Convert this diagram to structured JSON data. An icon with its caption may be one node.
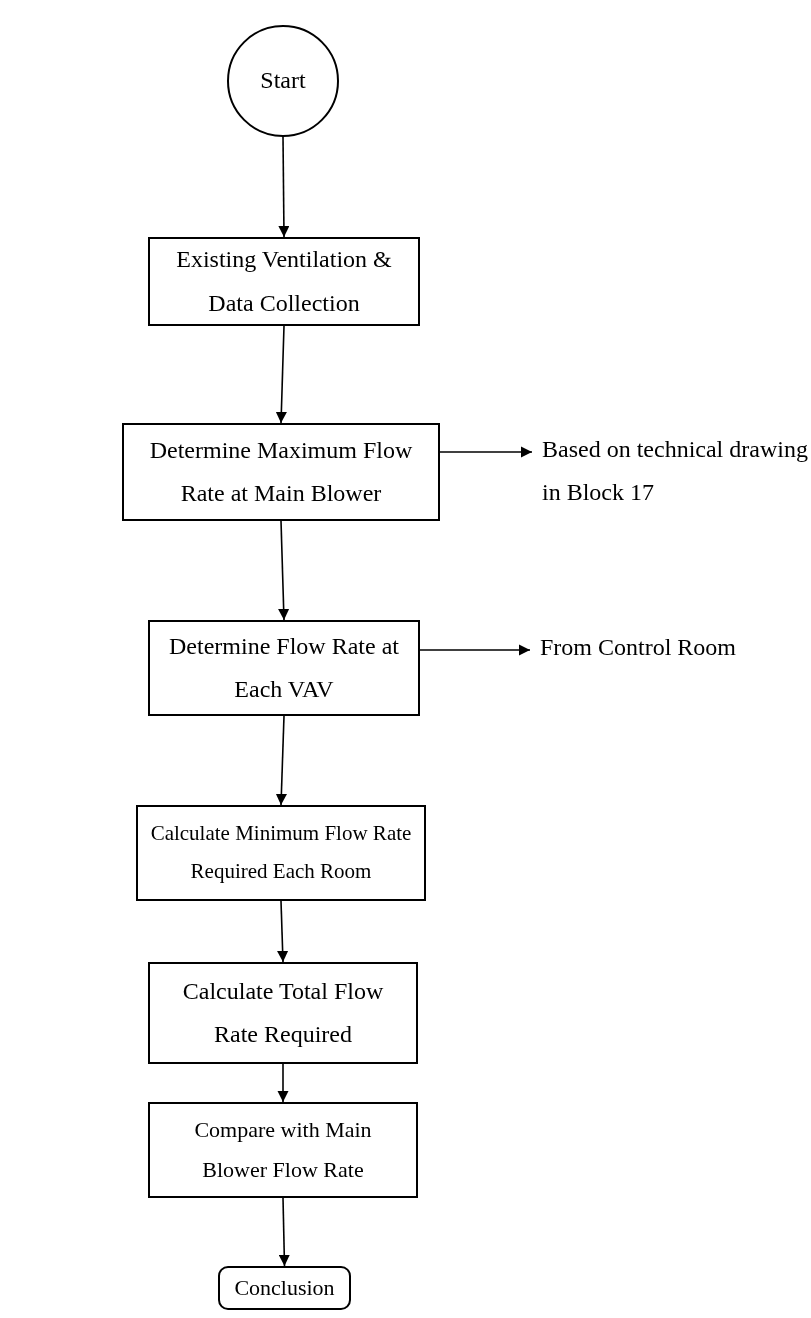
{
  "diagram": {
    "nodes": [
      {
        "text": [
          "Start"
        ]
      },
      {
        "text": [
          "Existing Ventilation & Data Collection"
        ]
      },
      {
        "text": [
          "Determine Maximum Flow Rate at Main Blower"
        ]
      },
      {
        "text": [
          "Based on technical drawing in Block 17"
        ]
      },
      {
        "text": [
          "Determine Flow Rate at Each VAV"
        ]
      },
      {
        "text": [
          "From Control Room"
        ]
      },
      {
        "text": [
          "Calculate Minimum Flow Rate Required Each Room"
        ]
      },
      {
        "text": [
          "Calculate Total Flow Rate Required"
        ]
      },
      {
        "text": [
          "Compare with Main Blower Flow Rate"
        ]
      },
      {
        "text": [
          "Conclusion"
        ]
      }
    ],
    "edges": [
      {
        "from": 0,
        "to": 1,
        "arrow": "to"
      },
      {
        "from": 1,
        "to": 2,
        "arrow": "to"
      },
      {
        "from": 2,
        "to": 3,
        "arrow": "to"
      },
      {
        "from": 2,
        "to": 4,
        "arrow": "to"
      },
      {
        "from": 4,
        "to": 5,
        "arrow": "to"
      },
      {
        "from": 4,
        "to": 6,
        "arrow": "to"
      },
      {
        "from": 6,
        "to": 7,
        "arrow": "to"
      },
      {
        "from": 7,
        "to": 8,
        "arrow": "to"
      },
      {
        "from": 8,
        "to": 9,
        "arrow": "to"
      }
    ]
  }
}
